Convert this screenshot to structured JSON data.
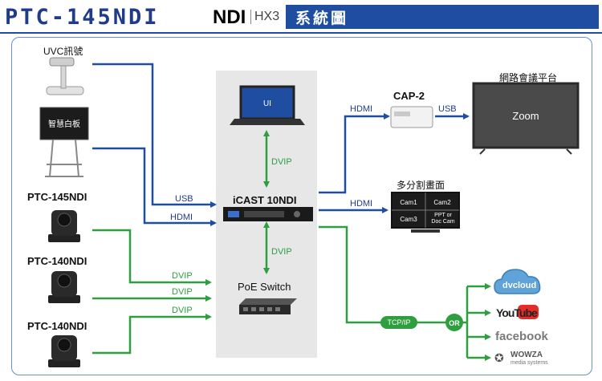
{
  "header": {
    "model": "PTC-145NDI",
    "ndi": "NDI",
    "hx": "HX3",
    "section": "系統圖"
  },
  "sources": {
    "uvc": "UVC訊號",
    "whiteboard": "智慧白板",
    "cam1": "PTC-145NDI",
    "cam2": "PTC-140NDI",
    "cam3": "PTC-140NDI"
  },
  "hub": {
    "laptop_screen": "UI",
    "dvip_top": "DVIP",
    "device": "iCAST 10NDI",
    "dvip_bottom": "DVIP",
    "switch": "PoE Switch"
  },
  "links": {
    "usb_in": "USB",
    "hdmi_in": "HDMI",
    "dvip_1": "DVIP",
    "dvip_2": "DVIP",
    "dvip_3": "DVIP",
    "hdmi_cap": "HDMI",
    "usb_cap": "USB",
    "hdmi_multi": "HDMI",
    "tcpip": "TCP/IP",
    "or": "OR"
  },
  "outputs": {
    "cap2": "CAP-2",
    "meeting_title": "網路會議平台",
    "meeting_screen": "Zoom",
    "multiview_title": "多分割畫面",
    "mv_cells": [
      "Cam1",
      "Cam2",
      "Cam3",
      "PPT or\nDoc Cam"
    ],
    "streams": {
      "dvcloud": "dvcloud",
      "youtube": "YouTube",
      "facebook": "facebook",
      "wowza": "WOWZA",
      "wowza_sub": "media systems"
    }
  },
  "colors": {
    "blue": "#1f4ea1",
    "green": "#2e9e3e",
    "hub_bg": "#e7e7e7"
  }
}
